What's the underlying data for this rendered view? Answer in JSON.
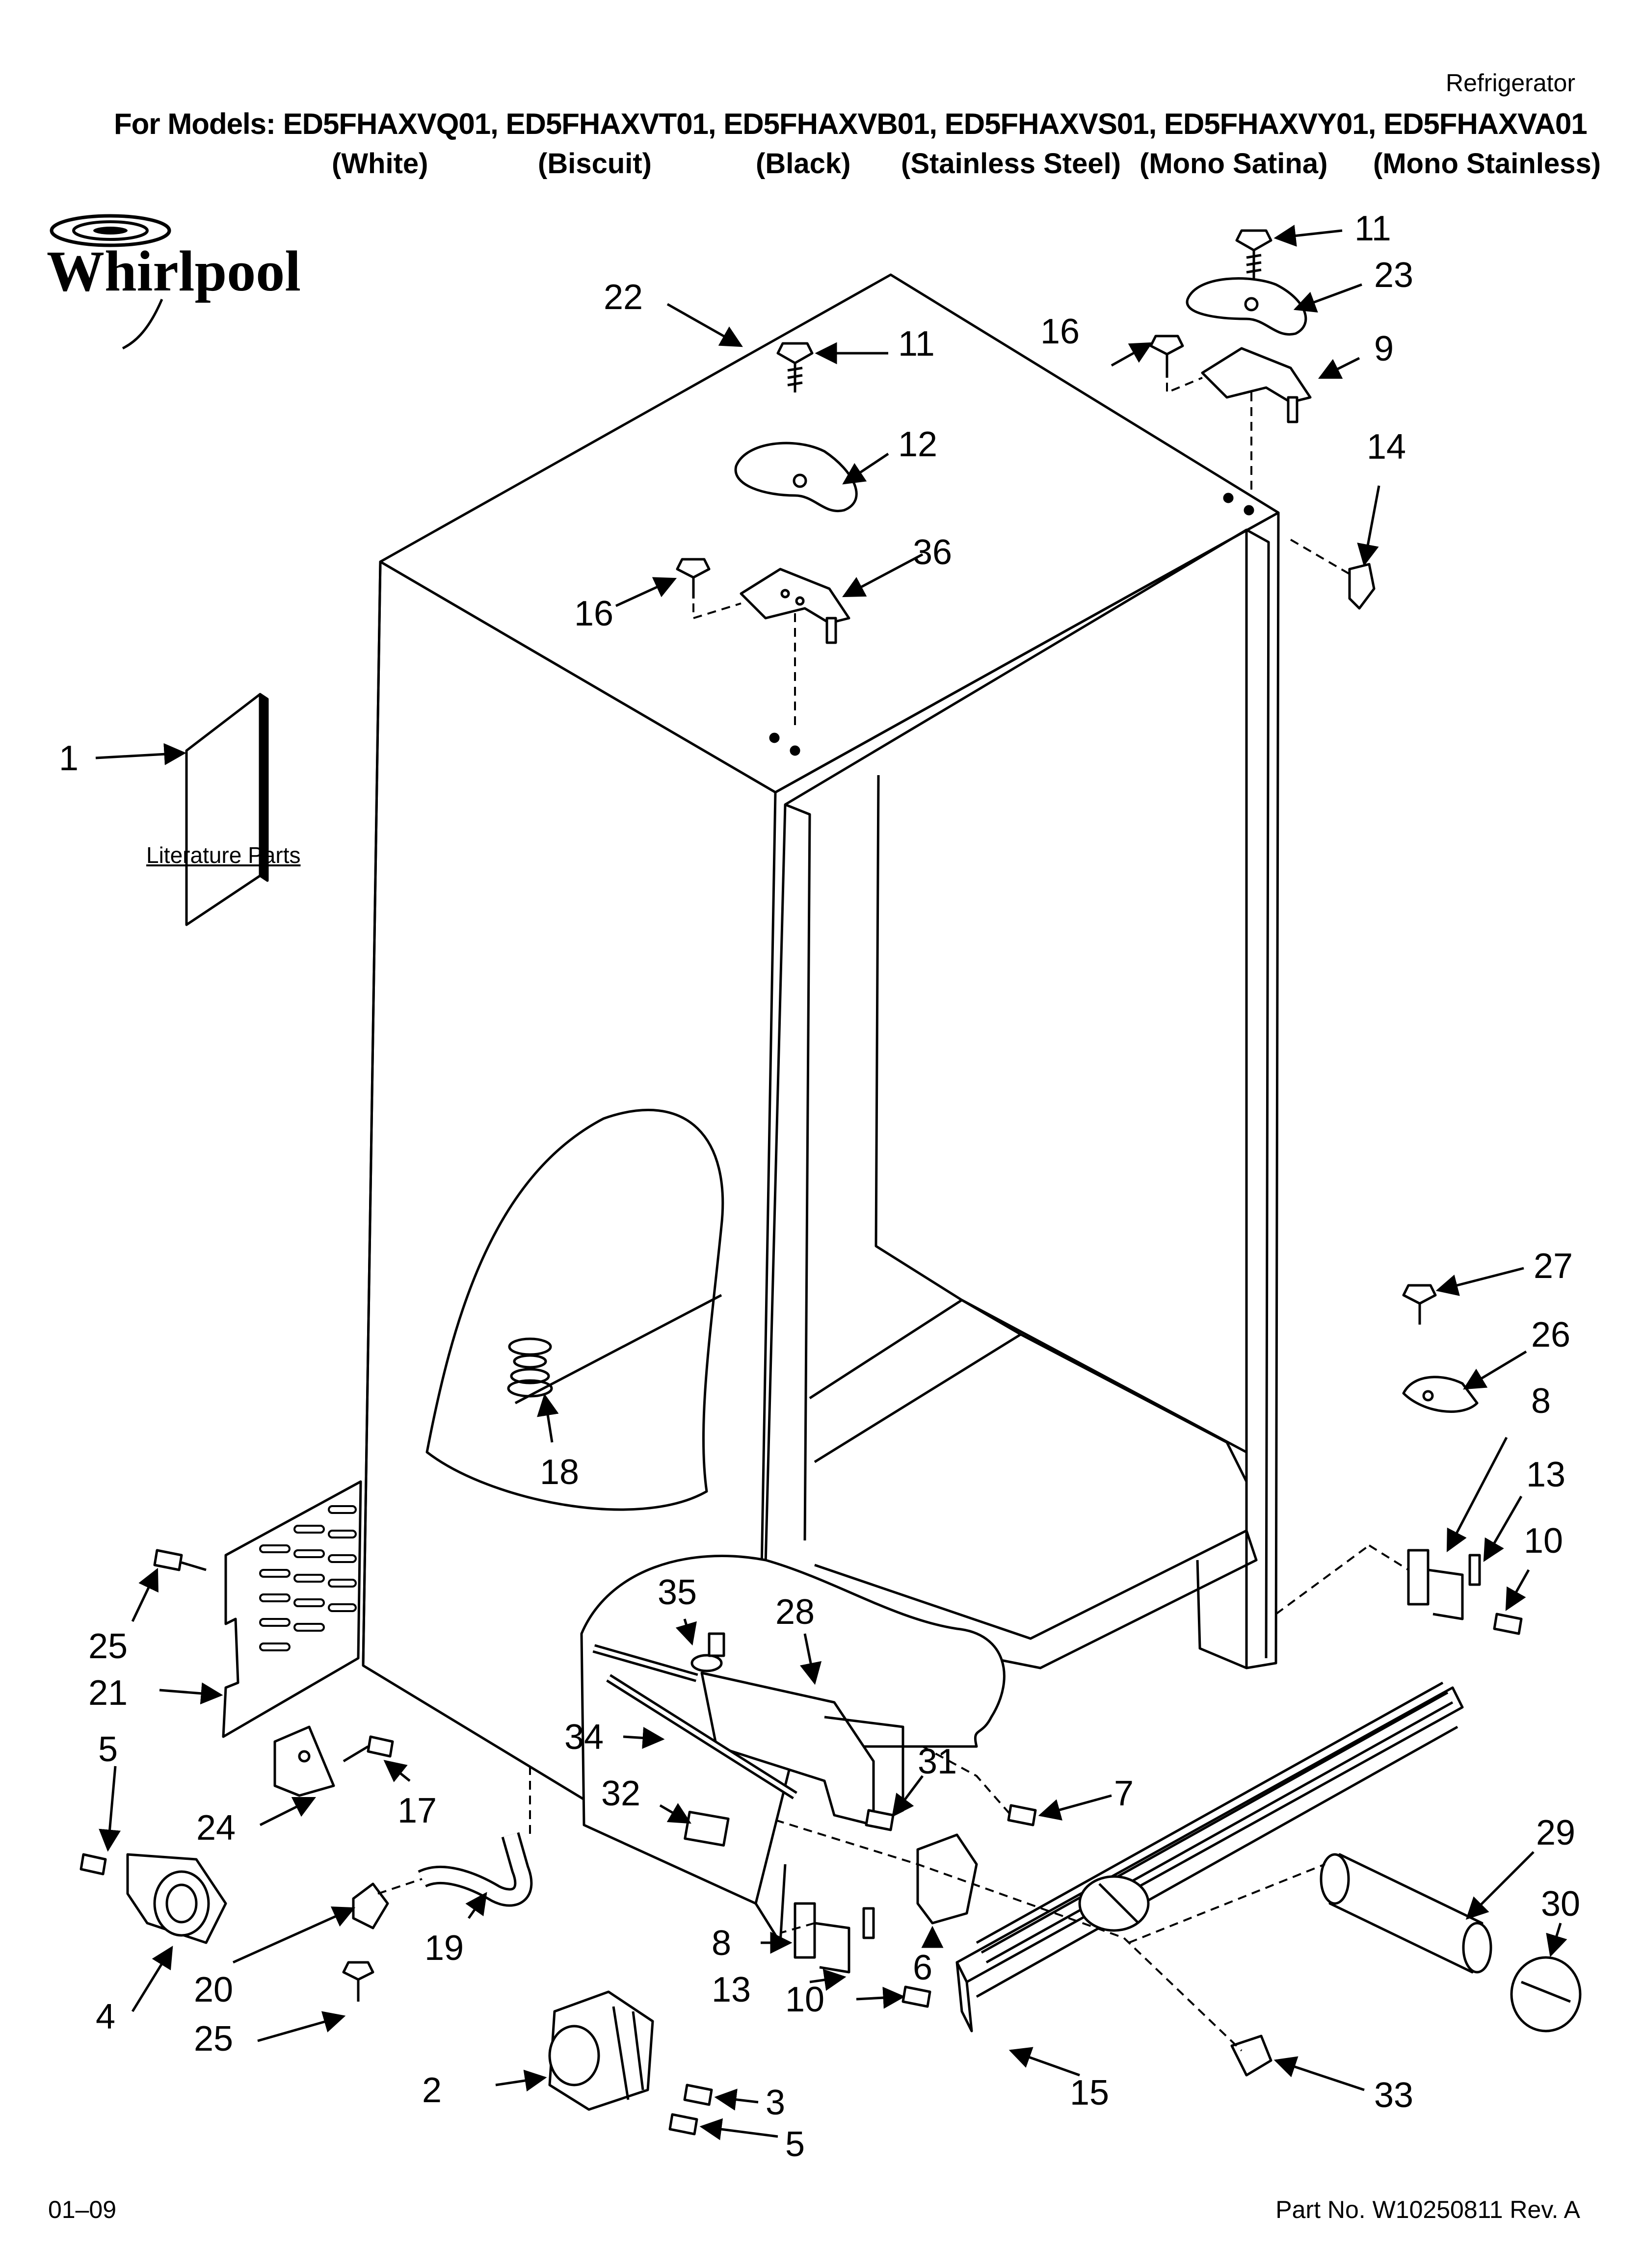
{
  "header": {
    "category": "Refrigerator",
    "models_line": "For Models: ED5FHAXVQ01, ED5FHAXVT01, ED5FHAXVB01, ED5FHAXVS01, ED5FHAXVY01, ED5FHAXVA01",
    "colors": [
      "(White)",
      "(Biscuit)",
      "(Black)",
      "(Stainless Steel)",
      "(Mono Satina)",
      "(Mono Stainless)"
    ]
  },
  "brand": {
    "logo_text": "Whirlpool"
  },
  "literature_label": "Literature Parts",
  "footer": {
    "date_code": "01–09",
    "part_number": "Part No. W10250811 Rev. A"
  },
  "callouts": [
    "1",
    "2",
    "3",
    "4",
    "5",
    "5",
    "6",
    "7",
    "8",
    "8",
    "9",
    "10",
    "10",
    "11",
    "11",
    "12",
    "13",
    "13",
    "14",
    "15",
    "16",
    "16",
    "17",
    "18",
    "19",
    "20",
    "21",
    "22",
    "23",
    "24",
    "25",
    "25",
    "26",
    "27",
    "28",
    "29",
    "30",
    "31",
    "32",
    "33",
    "34",
    "35",
    "36"
  ],
  "colors": {
    "ink": "#000000",
    "paper": "#ffffff"
  }
}
